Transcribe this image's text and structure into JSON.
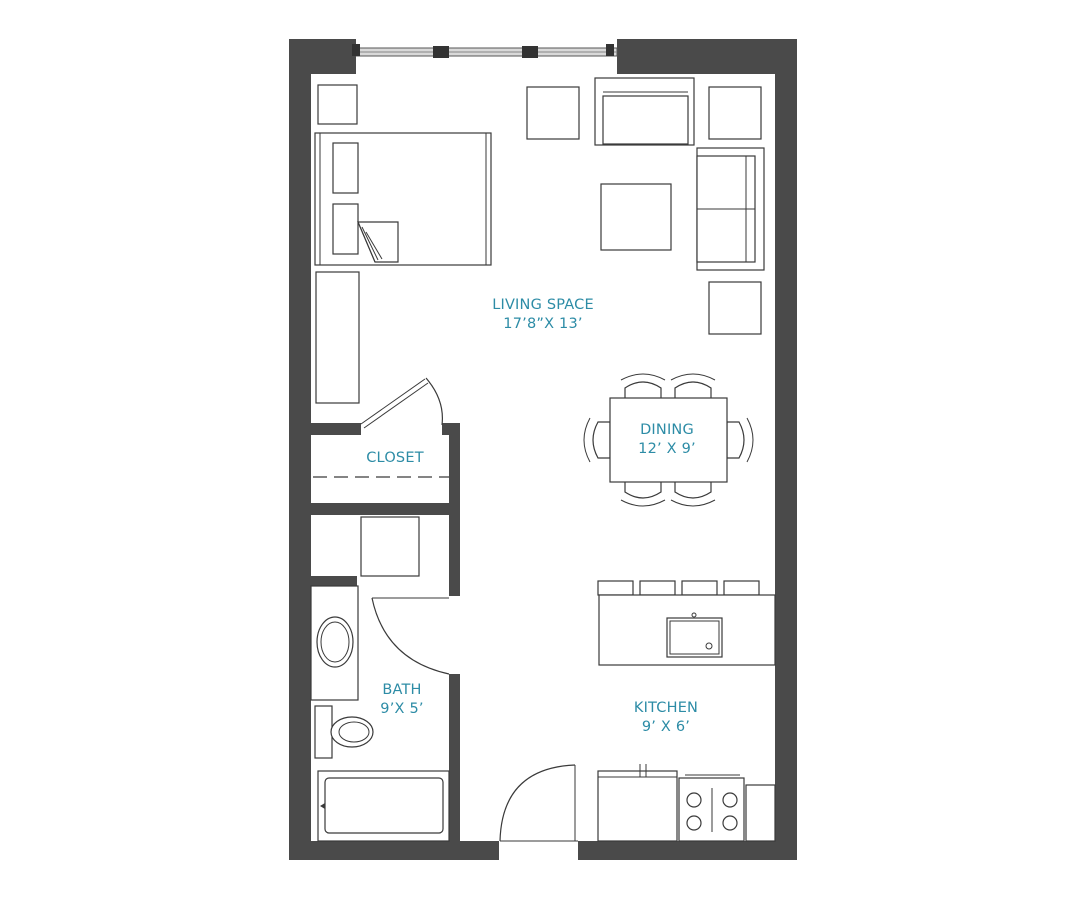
{
  "colors": {
    "wall": "#4a4a4a",
    "label": "#2d8ca6",
    "line": "#3a3a3a",
    "background": "#ffffff"
  },
  "rooms": {
    "living": {
      "name": "LIVING SPACE",
      "dims": "17’8”X 13’"
    },
    "dining": {
      "name": "DINING",
      "dims": "12’ X 9’"
    },
    "closet": {
      "name": "CLOSET"
    },
    "bath": {
      "name": "BATH",
      "dims": "9’X 5’"
    },
    "kitchen": {
      "name": "KITCHEN",
      "dims": "9’ X 6’"
    }
  }
}
